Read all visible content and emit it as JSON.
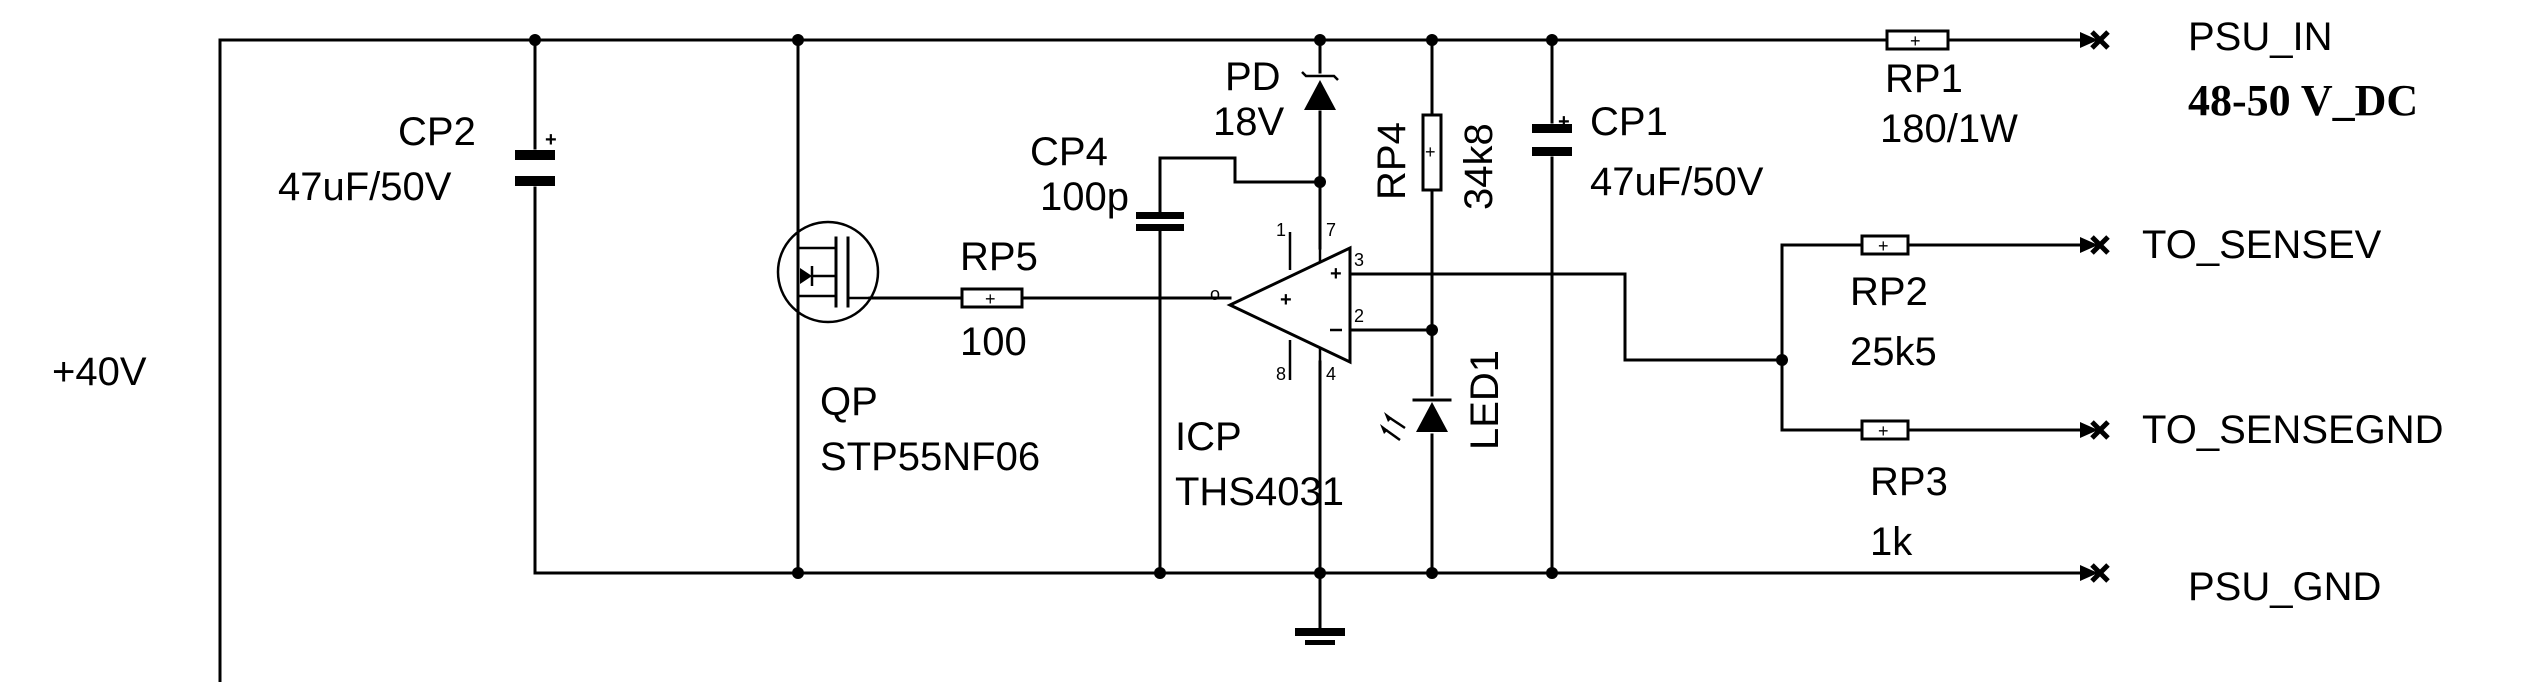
{
  "supply": {
    "name": "+40V"
  },
  "ports": {
    "psu_in": "PSU_IN",
    "psu_in_note": "48-50 V_DC",
    "to_sensev": "TO_SENSEV",
    "to_sensegnd": "TO_SENSEGND",
    "psu_gnd": "PSU_GND"
  },
  "components": {
    "cp2": {
      "ref": "CP2",
      "value": "47uF/50V"
    },
    "qp": {
      "ref": "QP",
      "value": "STP55NF06"
    },
    "rp5": {
      "ref": "RP5",
      "value": "100"
    },
    "cp4": {
      "ref": "CP4",
      "value": "100p"
    },
    "pd": {
      "ref": "PD",
      "value": "18V"
    },
    "icp": {
      "ref": "ICP",
      "value": "THS4031"
    },
    "rp4": {
      "ref": "RP4",
      "value": "34k8"
    },
    "led1": {
      "ref": "LED1"
    },
    "cp1": {
      "ref": "CP1",
      "value": "47uF/50V"
    },
    "rp1": {
      "ref": "RP1",
      "value": "180/1W"
    },
    "rp2": {
      "ref": "RP2",
      "value": "25k5"
    },
    "rp3": {
      "ref": "RP3",
      "value": "1k"
    }
  },
  "opamp_pins": {
    "p1": "1",
    "p7": "7",
    "p3": "3",
    "p2": "2",
    "p8": "8",
    "p4": "4",
    "out": "o"
  }
}
